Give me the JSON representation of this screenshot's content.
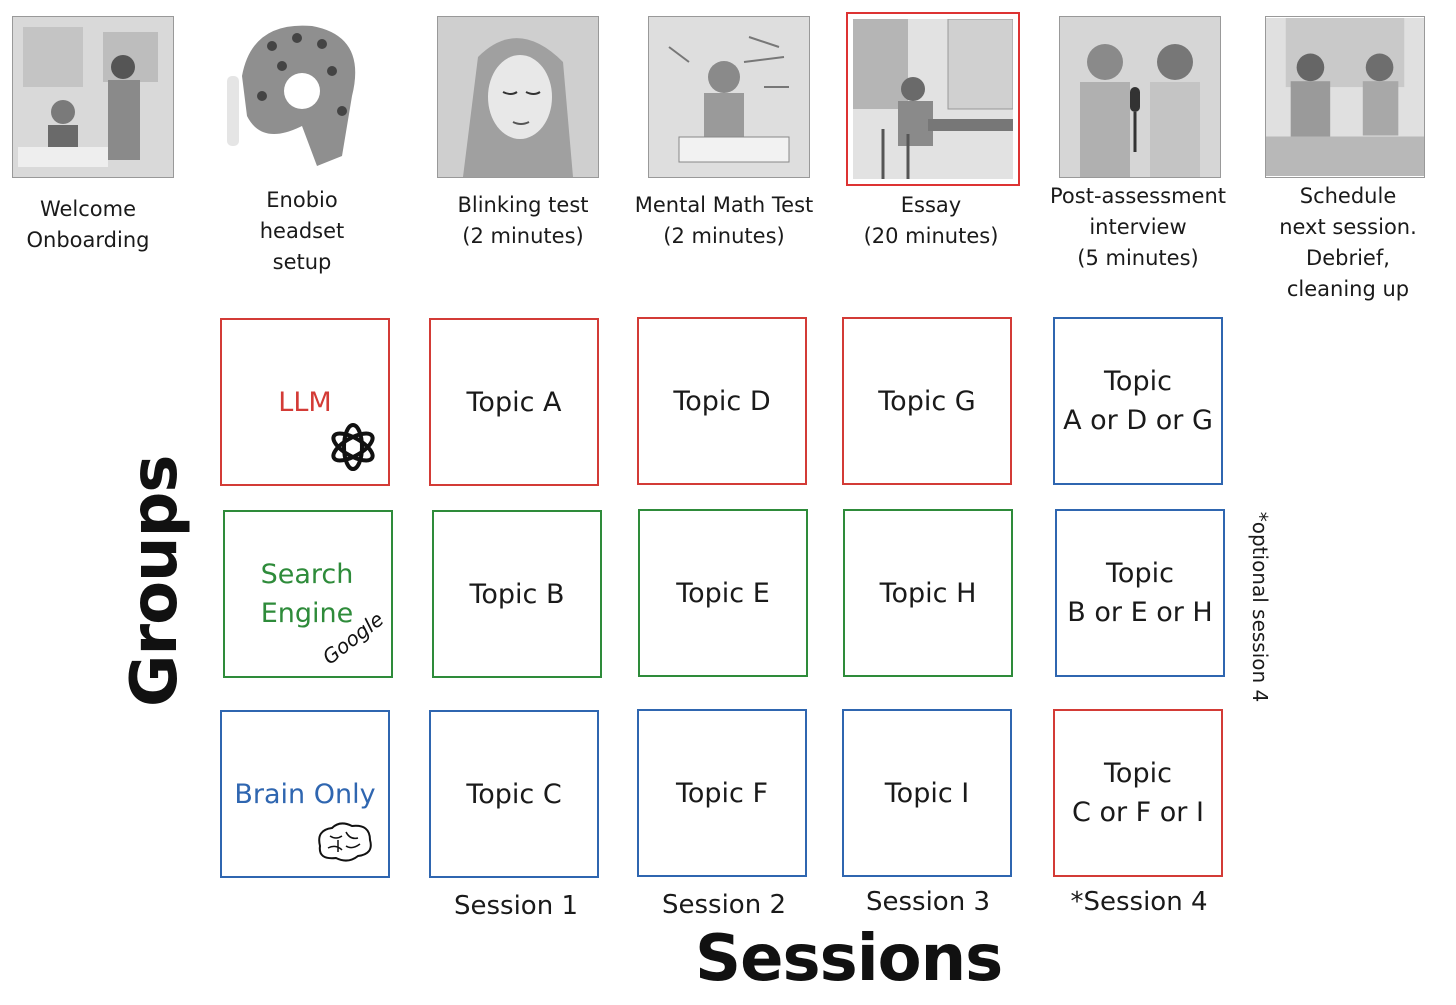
{
  "steps": [
    {
      "caption": "Welcome\nOnboarding"
    },
    {
      "caption": "Enobio\nheadset\nsetup"
    },
    {
      "caption": "Blinking test\n(2 minutes)"
    },
    {
      "caption": "Mental Math Test\n(2 minutes)"
    },
    {
      "caption": "Essay\n(20 minutes)"
    },
    {
      "caption": "Post-assessment\ninterview\n(5 minutes)"
    },
    {
      "caption": "Schedule\nnext session.\nDebrief,\ncleaning up"
    }
  ],
  "groups": [
    {
      "label": "LLM",
      "icon": "openai-logo-icon"
    },
    {
      "label": "Search\nEngine",
      "icon": "google-logo-icon",
      "icon_text": "Google"
    },
    {
      "label": "Brain Only",
      "icon": "brain-icon"
    }
  ],
  "topics": {
    "row1": [
      "Topic A",
      "Topic D",
      "Topic G",
      "Topic\nA or D or G"
    ],
    "row2": [
      "Topic B",
      "Topic E",
      "Topic H",
      "Topic\nB or E or H"
    ],
    "row3": [
      "Topic C",
      "Topic F",
      "Topic I",
      "Topic\nC or F or I"
    ]
  },
  "sessions": [
    "Session 1",
    "Session 2",
    "Session 3",
    "*Session 4"
  ],
  "axis": {
    "y_label": "Groups",
    "x_label": "Sessions"
  },
  "side_note": "*optional session 4",
  "colors": {
    "red": "#d33b36",
    "green": "#2e8b3a",
    "blue": "#2f66b0"
  }
}
